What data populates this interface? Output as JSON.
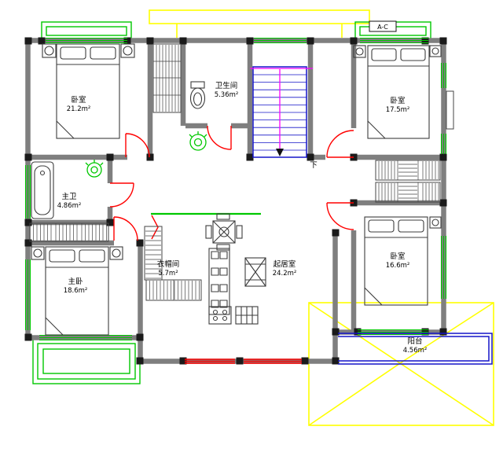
{
  "drawing": {
    "type": "residential-floor-plan",
    "rooms": [
      {
        "id": "bedroom-top-left",
        "name": "卧室",
        "area": "21.2m²"
      },
      {
        "id": "bathroom",
        "name": "卫生间",
        "area": "5.36m²"
      },
      {
        "id": "bedroom-top-right",
        "name": "卧室",
        "area": "17.5m²"
      },
      {
        "id": "master-bathroom",
        "name": "主卫",
        "area": "4.86m²"
      },
      {
        "id": "master-bedroom",
        "name": "主卧",
        "area": "18.6m²"
      },
      {
        "id": "cloakroom",
        "name": "衣帽间",
        "area": "5.7m²"
      },
      {
        "id": "living-room",
        "name": "起居室",
        "area": "24.2m²"
      },
      {
        "id": "bedroom-bottom-right",
        "name": "卧室",
        "area": "16.6m²"
      },
      {
        "id": "balcony",
        "name": "阳台",
        "area": "4.56m²"
      }
    ],
    "annotations": {
      "stair_direction": "下",
      "section_mark": "A-C"
    },
    "colors": {
      "wall": "#7f7f7f",
      "column": "#1a1a1a",
      "window": "#00c800",
      "door": "#ff0000",
      "stair": "#1515c8",
      "balcony": "#1515c8",
      "roof": "#ffff00",
      "guide": "#ff00ff",
      "furniture": "#3c3c3c",
      "text": "#000000",
      "background": "#ffffff"
    }
  }
}
